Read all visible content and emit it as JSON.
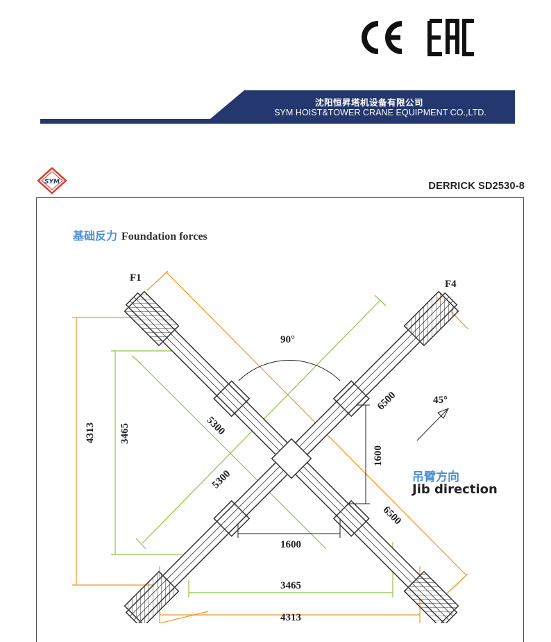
{
  "certifications": {
    "ce_mark": "CE",
    "eac_mark": "EAC"
  },
  "company": {
    "name_cn": "沈阳恒昇塔机设备有限公司",
    "name_en": "SYM HOIST&TOWER CRANE EQUIPMENT CO.,LTD.",
    "logo_text": "SYM",
    "brand_color": "#24376e",
    "logo_color": "#d93a2b"
  },
  "document": {
    "model": "DERRICK SD2530-8"
  },
  "section": {
    "title_cn": "基础反力",
    "title_en": "Foundation forces"
  },
  "drawing": {
    "labels": {
      "f1": "F1",
      "f4": "F4",
      "angle_90": "90°",
      "angle_45": "45°"
    },
    "dimensions": {
      "d4313_v": "4313",
      "d3465_v": "3465",
      "d5300_a": "5300",
      "d5300_b": "5300",
      "d6500_a": "6500",
      "d6500_b": "6500",
      "d1600_v": "1600",
      "d1600_h": "1600",
      "d3465_h": "3465",
      "d4313_h": "4313"
    },
    "colors": {
      "orange": "#f7931e",
      "green": "#8cc63f",
      "steel": "#333333"
    }
  },
  "jib": {
    "label_cn": "吊臂方向",
    "label_en": "Jib direction",
    "color_cn": "#4a90d9"
  }
}
